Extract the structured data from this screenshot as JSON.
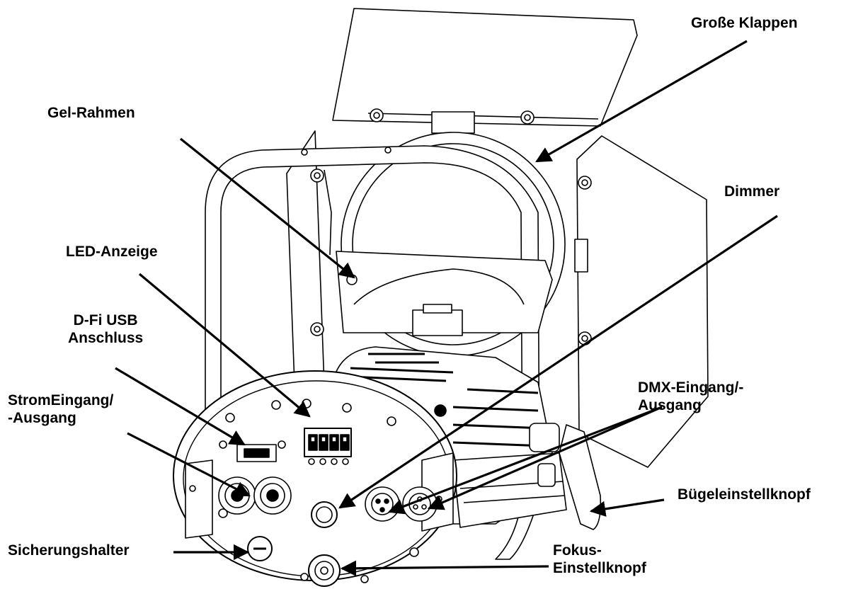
{
  "labels": {
    "grosse_klappen": "Große Klappen",
    "gel_rahmen": "Gel-Rahmen",
    "dimmer": "Dimmer",
    "led_anzeige": "LED-Anzeige",
    "dfi_usb_1": "D-Fi USB",
    "dfi_usb_2": "Anschluss",
    "strom_1": "StromEingang/",
    "strom_2": "-Ausgang",
    "dmx_1": "DMX-Eingang/-",
    "dmx_2": "Ausgang",
    "buegel": "Bügeleinstellknopf",
    "sicherung": "Sicherungshalter",
    "fokus_1": "Fokus-",
    "fokus_2": "Einstellknopf"
  },
  "colors": {
    "line": "#000000",
    "light_line": "#555555",
    "background": "#ffffff"
  }
}
